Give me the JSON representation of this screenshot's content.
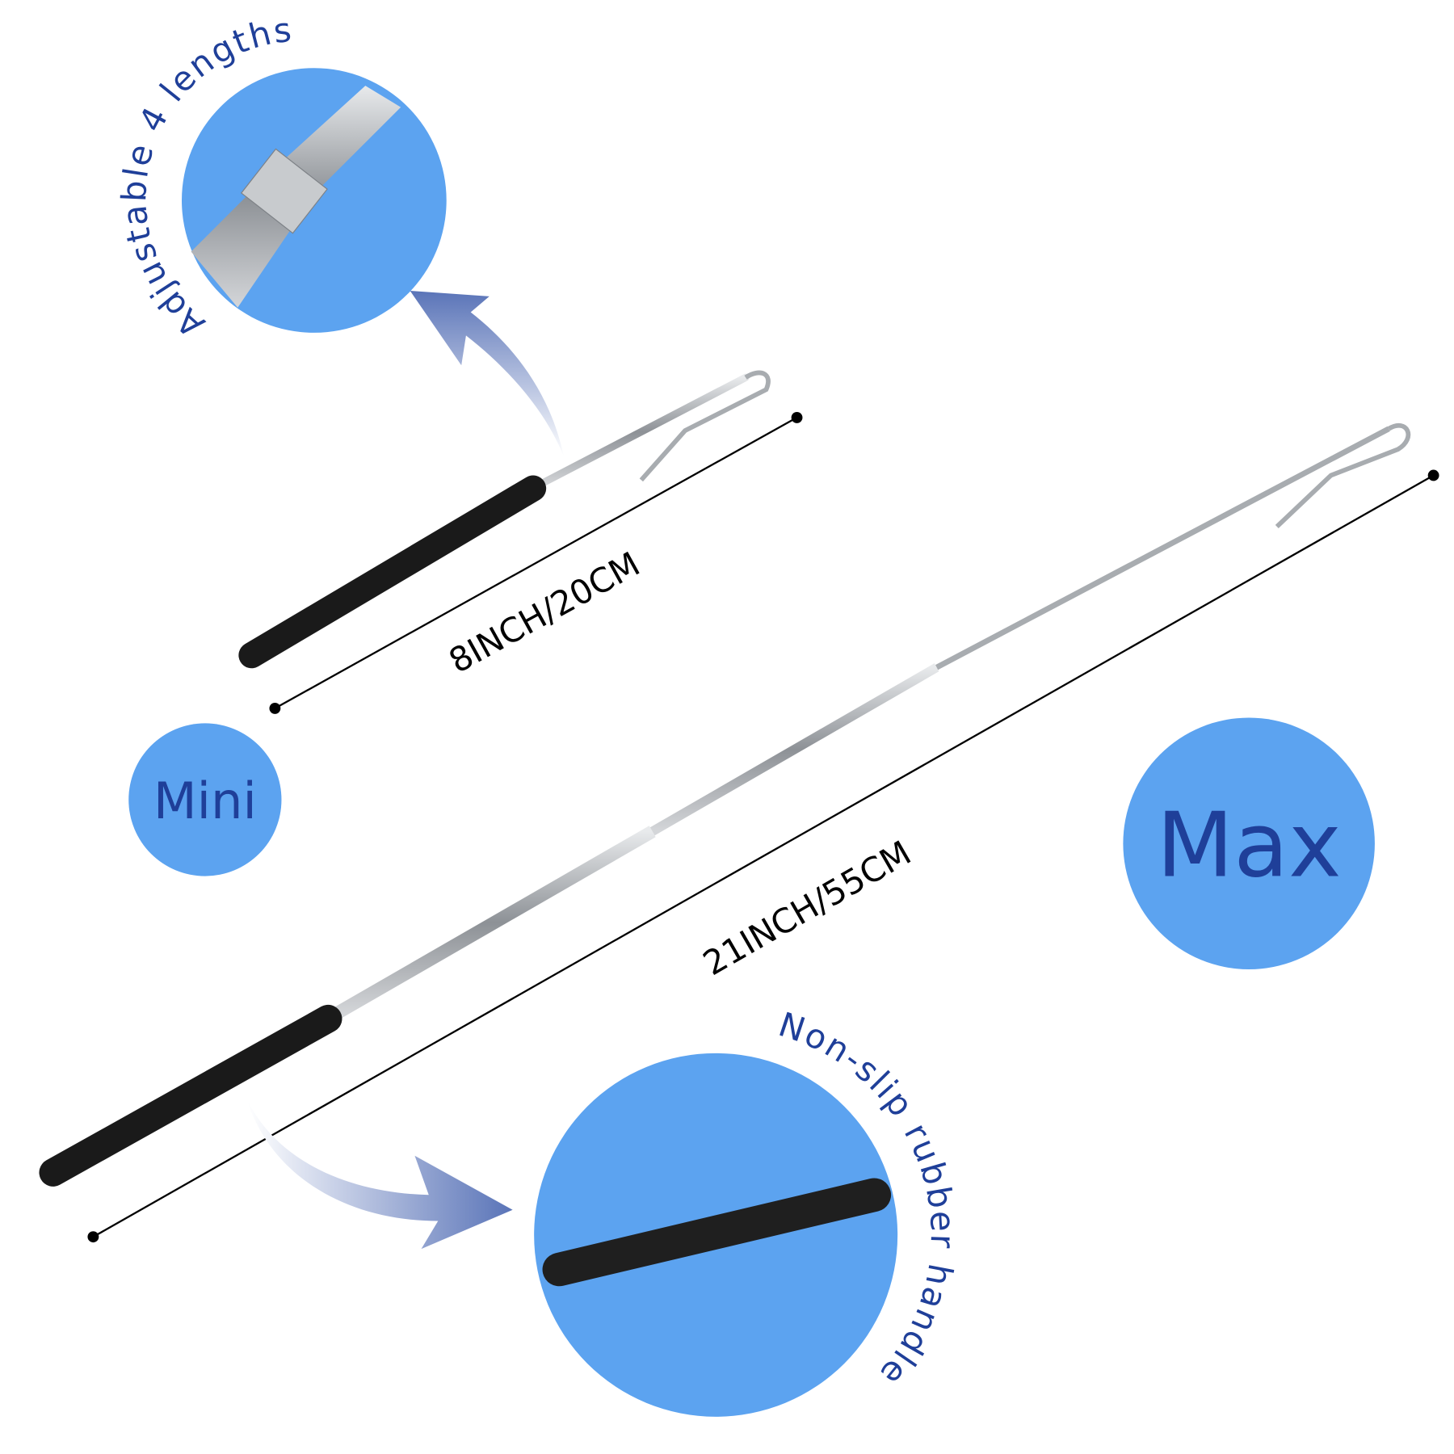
{
  "callouts": {
    "adjustable": "Adjustable 4 lengths",
    "handle": "Non-slip rubber handle"
  },
  "sizes": {
    "mini": {
      "badge": "Mini",
      "dimension": "8INCH/20CM"
    },
    "max": {
      "badge": "Max",
      "dimension": "21INCH/55CM"
    }
  },
  "colors": {
    "circle": "#5ca3f0",
    "text": "#1f3f99",
    "handle": "#1a1a1a",
    "metal": "#b9bcc0"
  }
}
